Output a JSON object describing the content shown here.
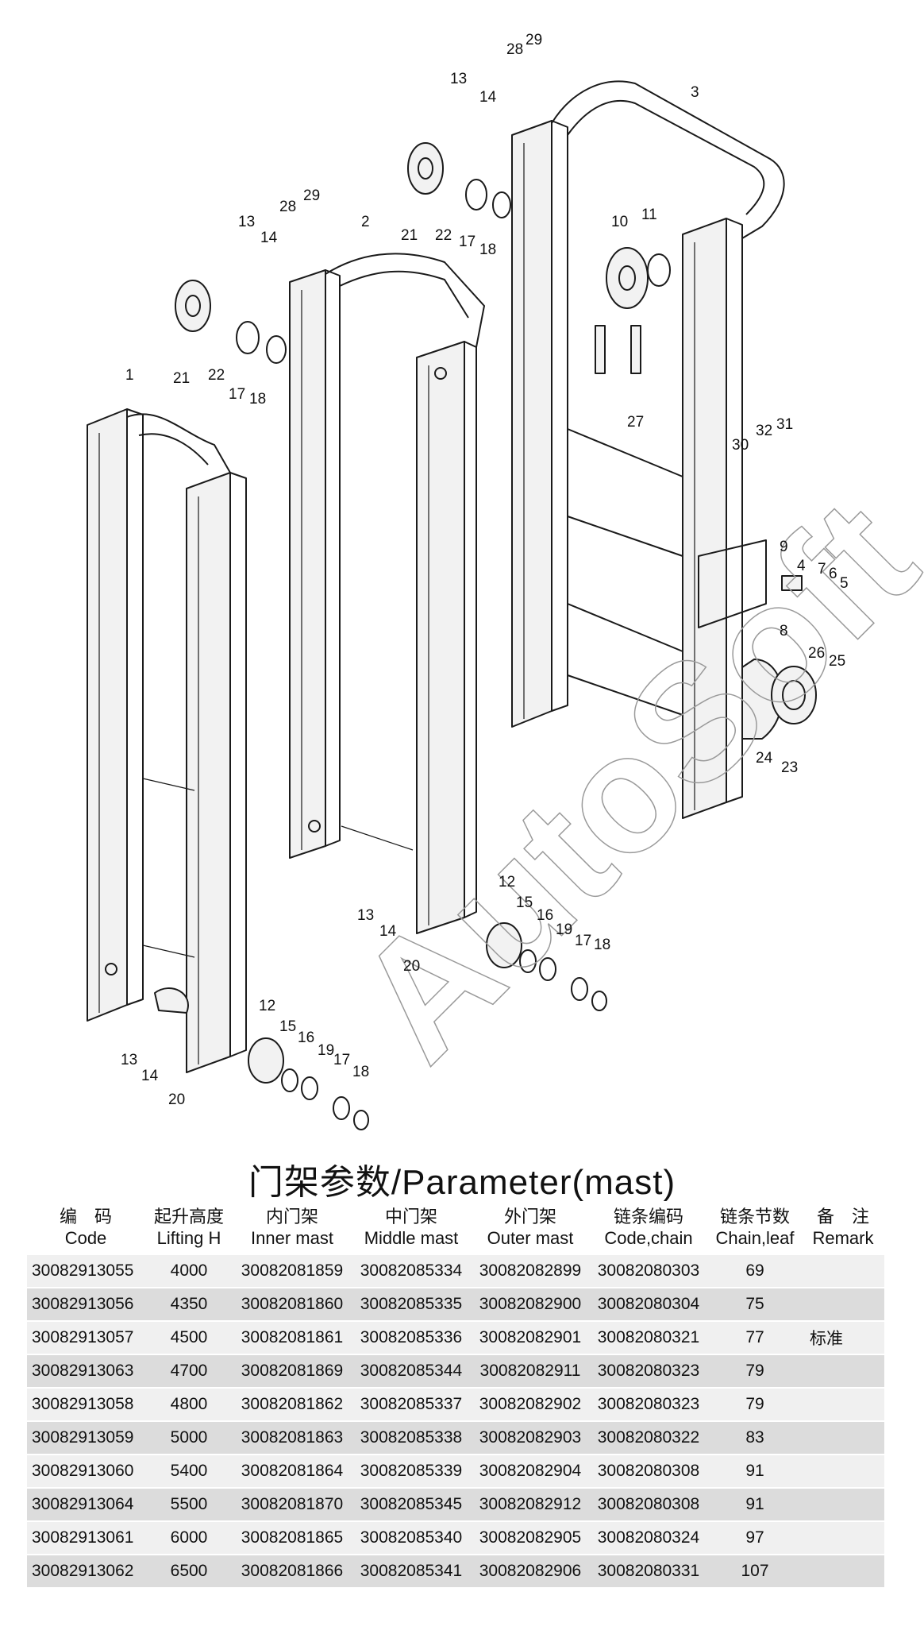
{
  "diagram": {
    "callouts": [
      "1",
      "2",
      "3",
      "4",
      "5",
      "6",
      "7",
      "8",
      "9",
      "10",
      "11",
      "12",
      "12",
      "13",
      "13",
      "13",
      "13",
      "14",
      "14",
      "14",
      "14",
      "15",
      "15",
      "16",
      "16",
      "17",
      "17",
      "17",
      "17",
      "18",
      "18",
      "18",
      "18",
      "19",
      "19",
      "20",
      "20",
      "21",
      "21",
      "22",
      "22",
      "23",
      "24",
      "25",
      "26",
      "27",
      "28",
      "28",
      "29",
      "29",
      "30",
      "31",
      "32"
    ]
  },
  "watermark": "AutoSoft",
  "title": "门架参数/Parameter(mast)",
  "table": {
    "headers": [
      {
        "cn": "编　码",
        "en": "Code"
      },
      {
        "cn": "起升高度",
        "en": "Lifting H"
      },
      {
        "cn": "内门架",
        "en": "Inner mast"
      },
      {
        "cn": "中门架",
        "en": "Middle mast"
      },
      {
        "cn": "外门架",
        "en": "Outer mast"
      },
      {
        "cn": "链条编码",
        "en": "Code,chain"
      },
      {
        "cn": "链条节数",
        "en": "Chain,leaf"
      },
      {
        "cn": "备　注",
        "en": "Remark"
      }
    ],
    "rows": [
      [
        "30082913055",
        "4000",
        "30082081859",
        "30082085334",
        "30082082899",
        "30082080303",
        "69",
        ""
      ],
      [
        "30082913056",
        "4350",
        "30082081860",
        "30082085335",
        "30082082900",
        "30082080304",
        "75",
        ""
      ],
      [
        "30082913057",
        "4500",
        "30082081861",
        "30082085336",
        "30082082901",
        "30082080321",
        "77",
        "标准"
      ],
      [
        "30082913063",
        "4700",
        "30082081869",
        "30082085344",
        "30082082911",
        "30082080323",
        "79",
        ""
      ],
      [
        "30082913058",
        "4800",
        "30082081862",
        "30082085337",
        "30082082902",
        "30082080323",
        "79",
        ""
      ],
      [
        "30082913059",
        "5000",
        "30082081863",
        "30082085338",
        "30082082903",
        "30082080322",
        "83",
        ""
      ],
      [
        "30082913060",
        "5400",
        "30082081864",
        "30082085339",
        "30082082904",
        "30082080308",
        "91",
        ""
      ],
      [
        "30082913064",
        "5500",
        "30082081870",
        "30082085345",
        "30082082912",
        "30082080308",
        "91",
        ""
      ],
      [
        "30082913061",
        "6000",
        "30082081865",
        "30082085340",
        "30082082905",
        "30082080324",
        "97",
        ""
      ],
      [
        "30082913062",
        "6500",
        "30082081866",
        "30082085341",
        "30082082906",
        "30082080331",
        "107",
        ""
      ]
    ]
  }
}
